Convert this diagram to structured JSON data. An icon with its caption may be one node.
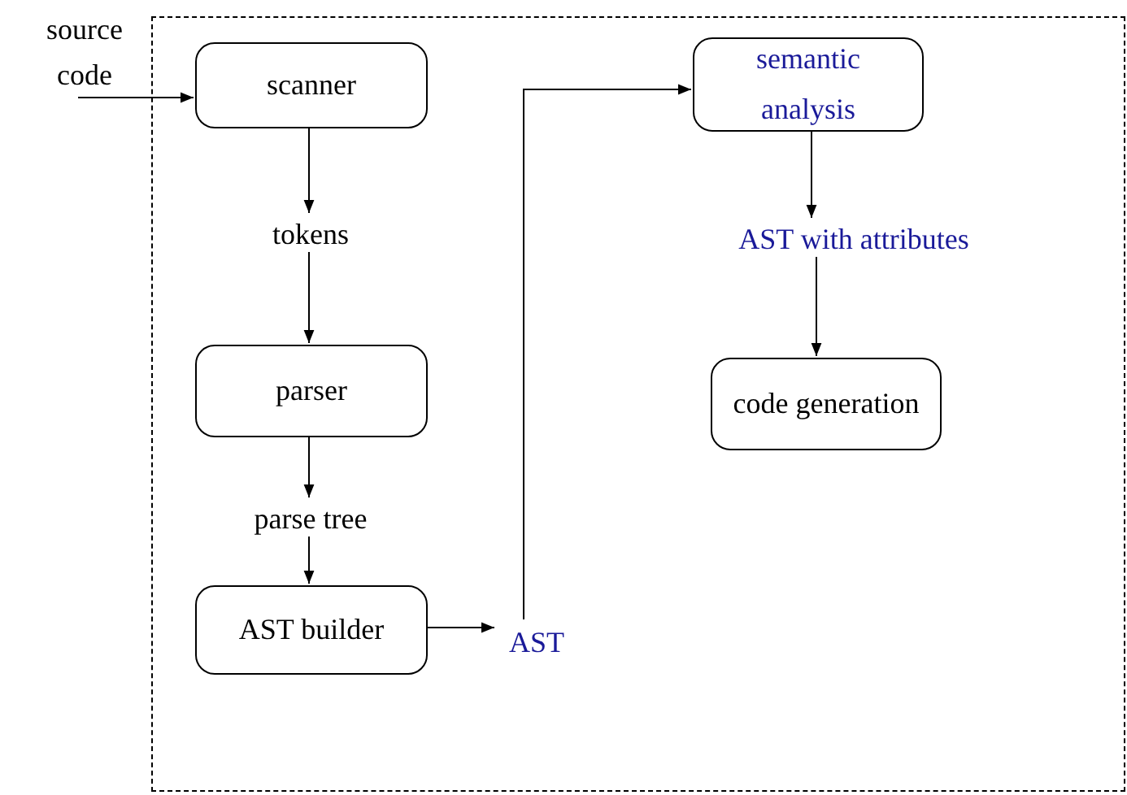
{
  "diagram": {
    "nodes": [
      {
        "text": [],
        "shape": "box"
      },
      {
        "text": [
          "source code"
        ]
      },
      {
        "text": [
          "scanner"
        ],
        "in": 0
      },
      {
        "text": [
          "tokens"
        ],
        "in": 0
      },
      {
        "text": [
          "parser"
        ],
        "in": 0
      },
      {
        "text": [
          "parse tree"
        ],
        "in": 0
      },
      {
        "text": [
          "AST builder"
        ],
        "in": 0
      },
      {
        "text": [
          "AST"
        ],
        "in": 0
      },
      {
        "text": [
          "semantic analysis"
        ],
        "in": 0
      },
      {
        "text": [
          "AST with attributes"
        ],
        "in": 0
      },
      {
        "text": [
          "code generation"
        ],
        "in": 0
      }
    ],
    "edges": [
      {
        "from": 1,
        "to": 2,
        "arrow": "to"
      },
      {
        "from": 2,
        "to": 3,
        "arrow": "to"
      },
      {
        "from": 3,
        "to": 4,
        "arrow": "to"
      },
      {
        "from": 4,
        "to": 5,
        "arrow": "to"
      },
      {
        "from": 5,
        "to": 6,
        "arrow": "to"
      },
      {
        "from": 6,
        "to": 7,
        "arrow": "to"
      },
      {
        "from": 7,
        "to": 8,
        "arrow": "to"
      },
      {
        "from": 8,
        "to": 9,
        "arrow": "to"
      },
      {
        "from": 9,
        "to": 10,
        "arrow": "to"
      }
    ]
  }
}
